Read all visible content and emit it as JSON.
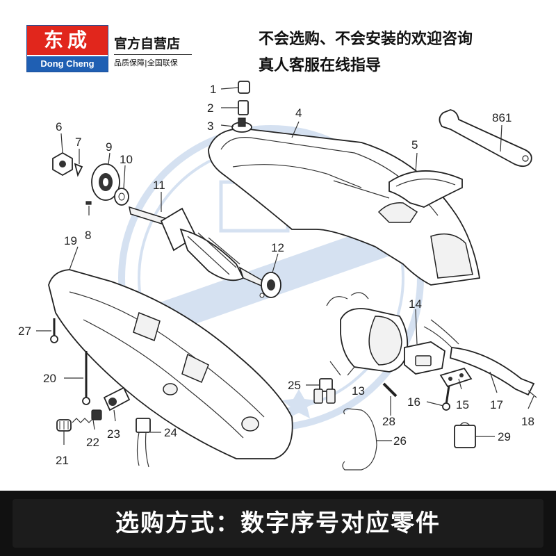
{
  "brand": {
    "logo_cn": "东成",
    "logo_en": "Dong Cheng",
    "store_name": "官方自营店",
    "slogan": "品质保障|全国联保",
    "accent_red": "#e1261c",
    "accent_blue": "#1f5fb3"
  },
  "hints": {
    "line1": "不会选购、不会安装的欢迎咨询",
    "line2": "真人客服在线指导"
  },
  "parts": [
    {
      "number": "1"
    },
    {
      "number": "2"
    },
    {
      "number": "3"
    },
    {
      "number": "4"
    },
    {
      "number": "5"
    },
    {
      "number": "6"
    },
    {
      "number": "7"
    },
    {
      "number": "8"
    },
    {
      "number": "9"
    },
    {
      "number": "10"
    },
    {
      "number": "11"
    },
    {
      "number": "12"
    },
    {
      "number": "13"
    },
    {
      "number": "14"
    },
    {
      "number": "15"
    },
    {
      "number": "16"
    },
    {
      "number": "17"
    },
    {
      "number": "18"
    },
    {
      "number": "19"
    },
    {
      "number": "20"
    },
    {
      "number": "21"
    },
    {
      "number": "22"
    },
    {
      "number": "23"
    },
    {
      "number": "24"
    },
    {
      "number": "25"
    },
    {
      "number": "26"
    },
    {
      "number": "27"
    },
    {
      "number": "28"
    },
    {
      "number": "29"
    },
    {
      "number": "861"
    }
  ],
  "footer": {
    "text": "选购方式：数字序号对应零件"
  }
}
